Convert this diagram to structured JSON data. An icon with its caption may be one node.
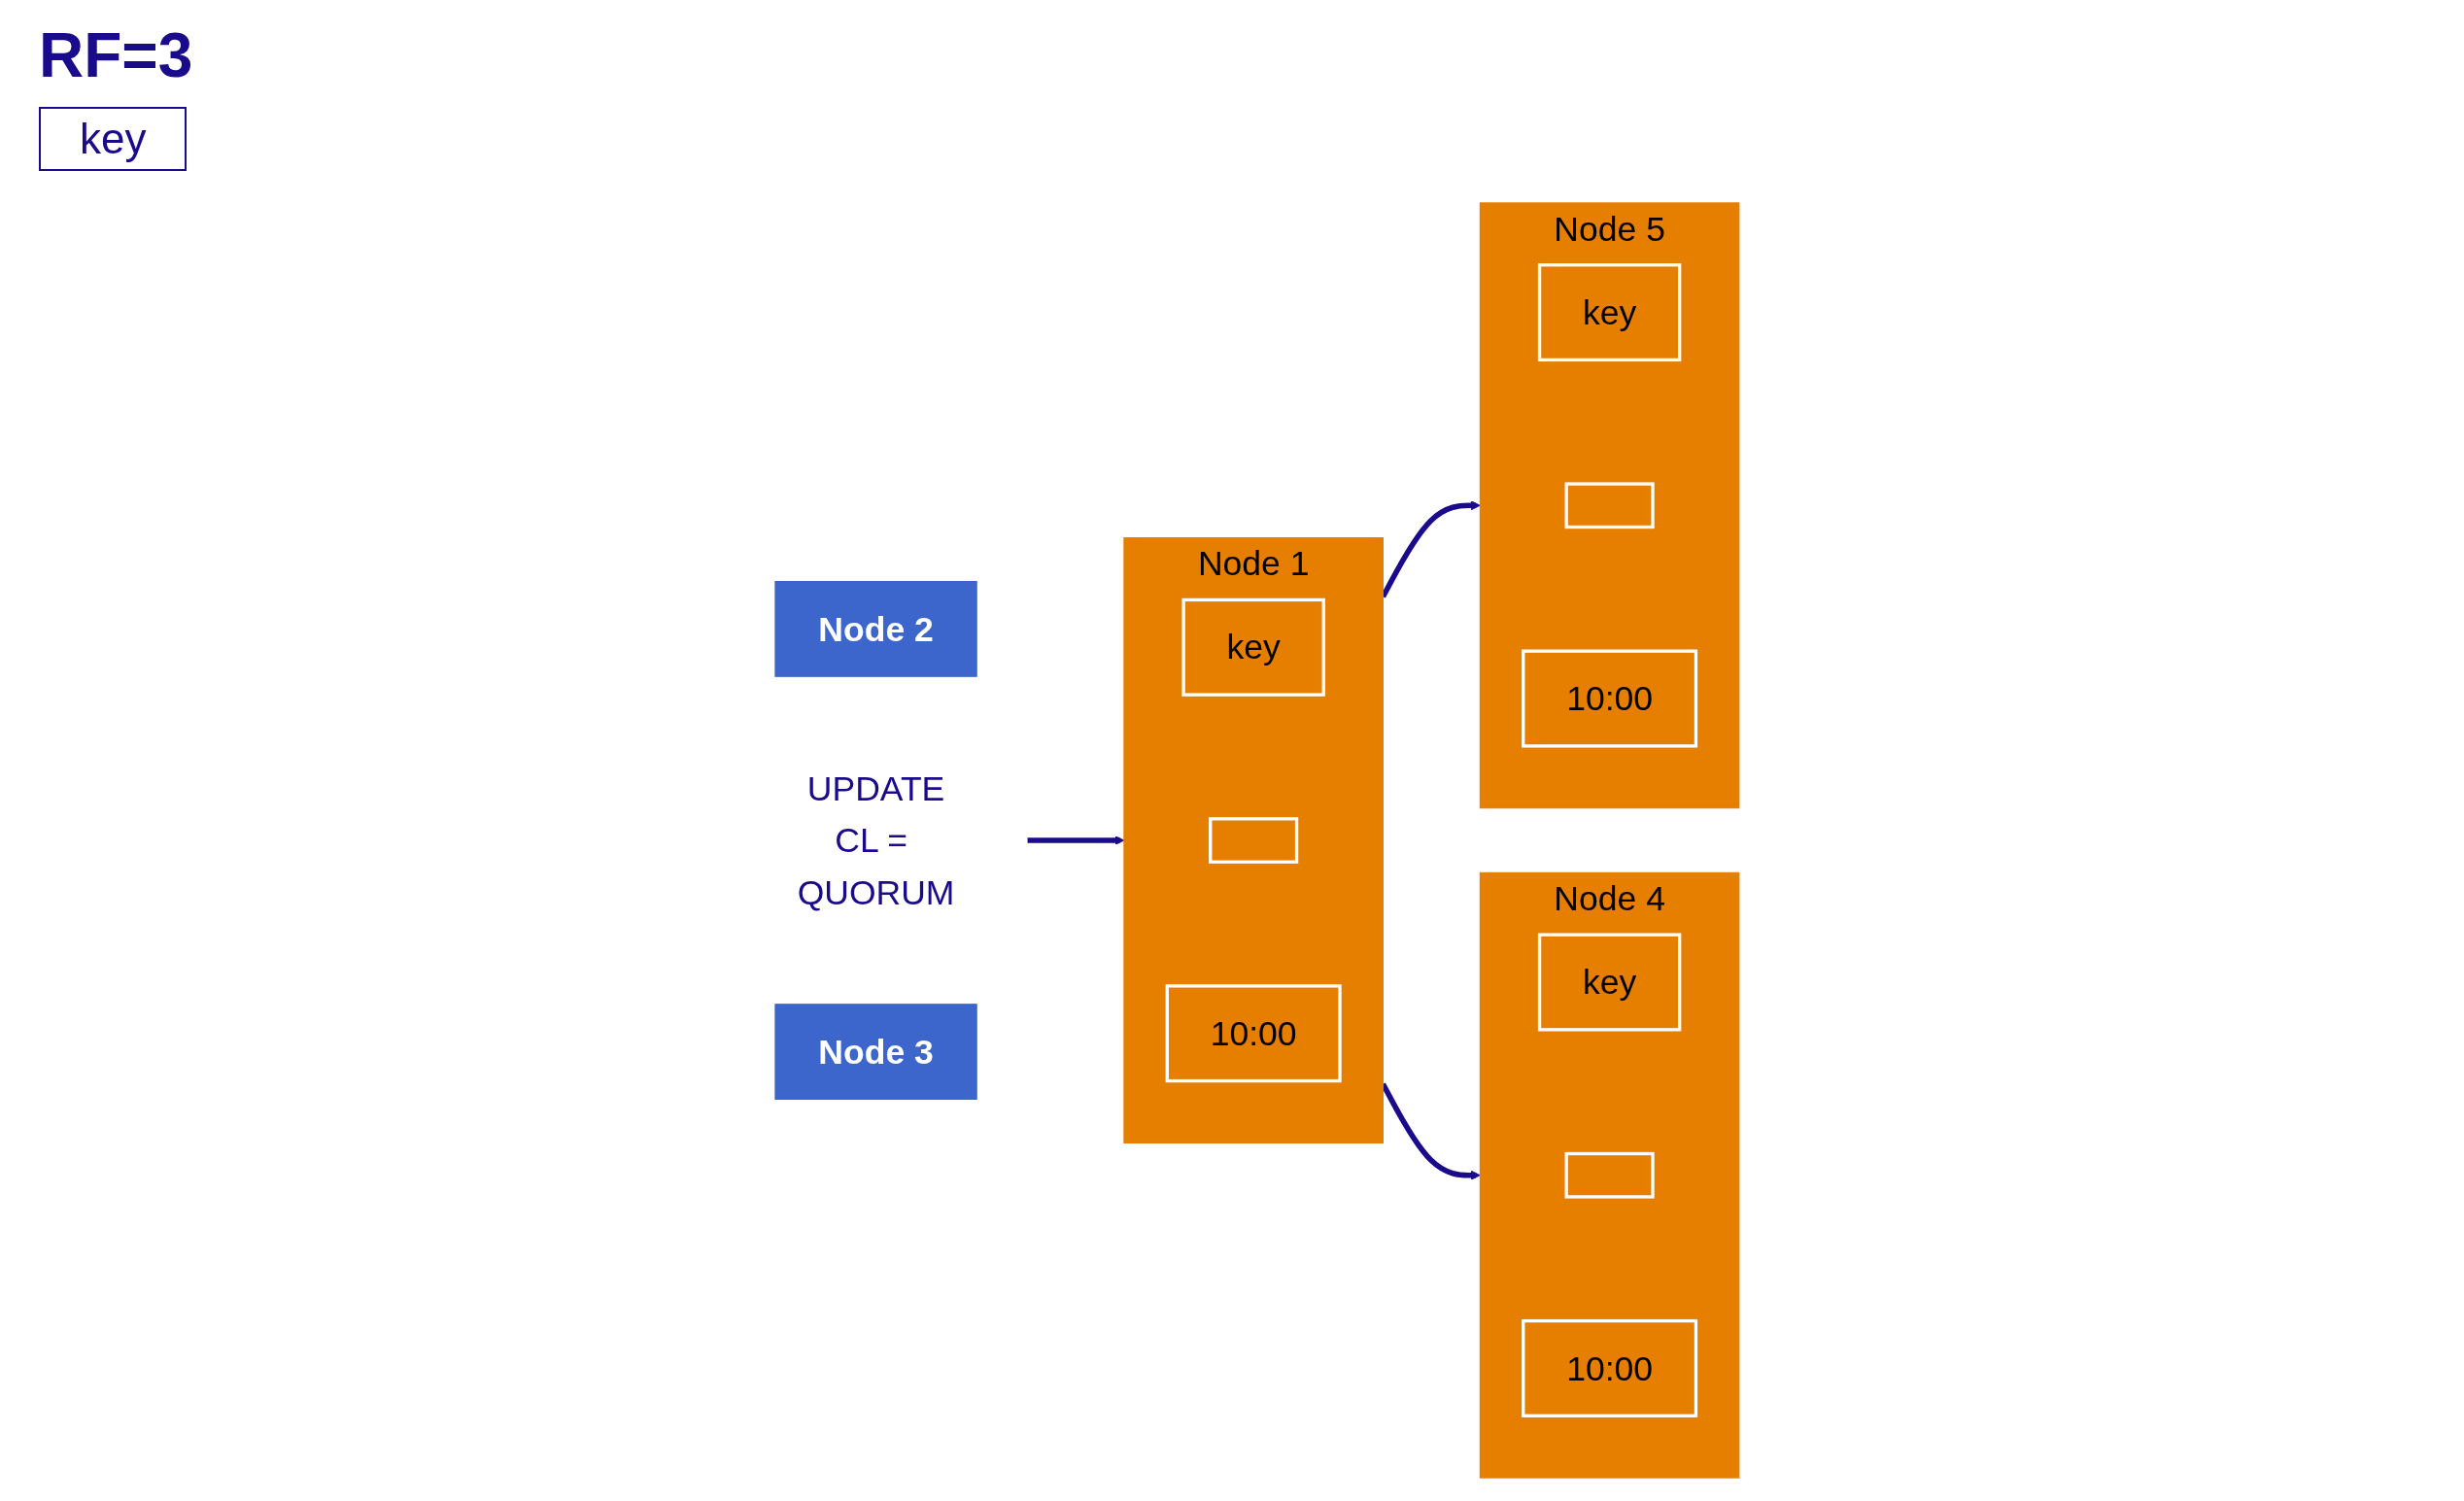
{
  "diagram": {
    "nodes": [
      {
        "text": [
          "Node 2"
        ]
      },
      {
        "text": [
          "UPDATE",
          "CL = QUORUM"
        ]
      },
      {
        "text": [
          "Node 1"
        ]
      },
      {
        "text": [
          "key"
        ],
        "in": 2
      },
      {
        "text": [],
        "shape": "box",
        "in": 2
      },
      {
        "text": [
          "10:00"
        ],
        "in": 2
      },
      {
        "text": [
          "Node 3"
        ]
      },
      {
        "text": [
          "Node 5"
        ]
      },
      {
        "text": [
          "key"
        ],
        "in": 7
      },
      {
        "text": [],
        "shape": "box",
        "in": 7
      },
      {
        "text": [
          "10:00"
        ],
        "in": 7
      },
      {
        "text": [
          "Node 4"
        ]
      },
      {
        "text": [
          "key"
        ],
        "in": 11
      },
      {
        "text": [],
        "shape": "box",
        "in": 11
      },
      {
        "text": [
          "10:00"
        ],
        "in": 11
      }
    ],
    "edges": [
      {
        "from": 1,
        "to": 2,
        "arrow": "to"
      },
      {
        "from": 2,
        "to": 7,
        "arrow": "to"
      },
      {
        "from": 2,
        "to": 11,
        "arrow": "to"
      }
    ],
    "labels": [
      "RF=3",
      "key"
    ]
  }
}
